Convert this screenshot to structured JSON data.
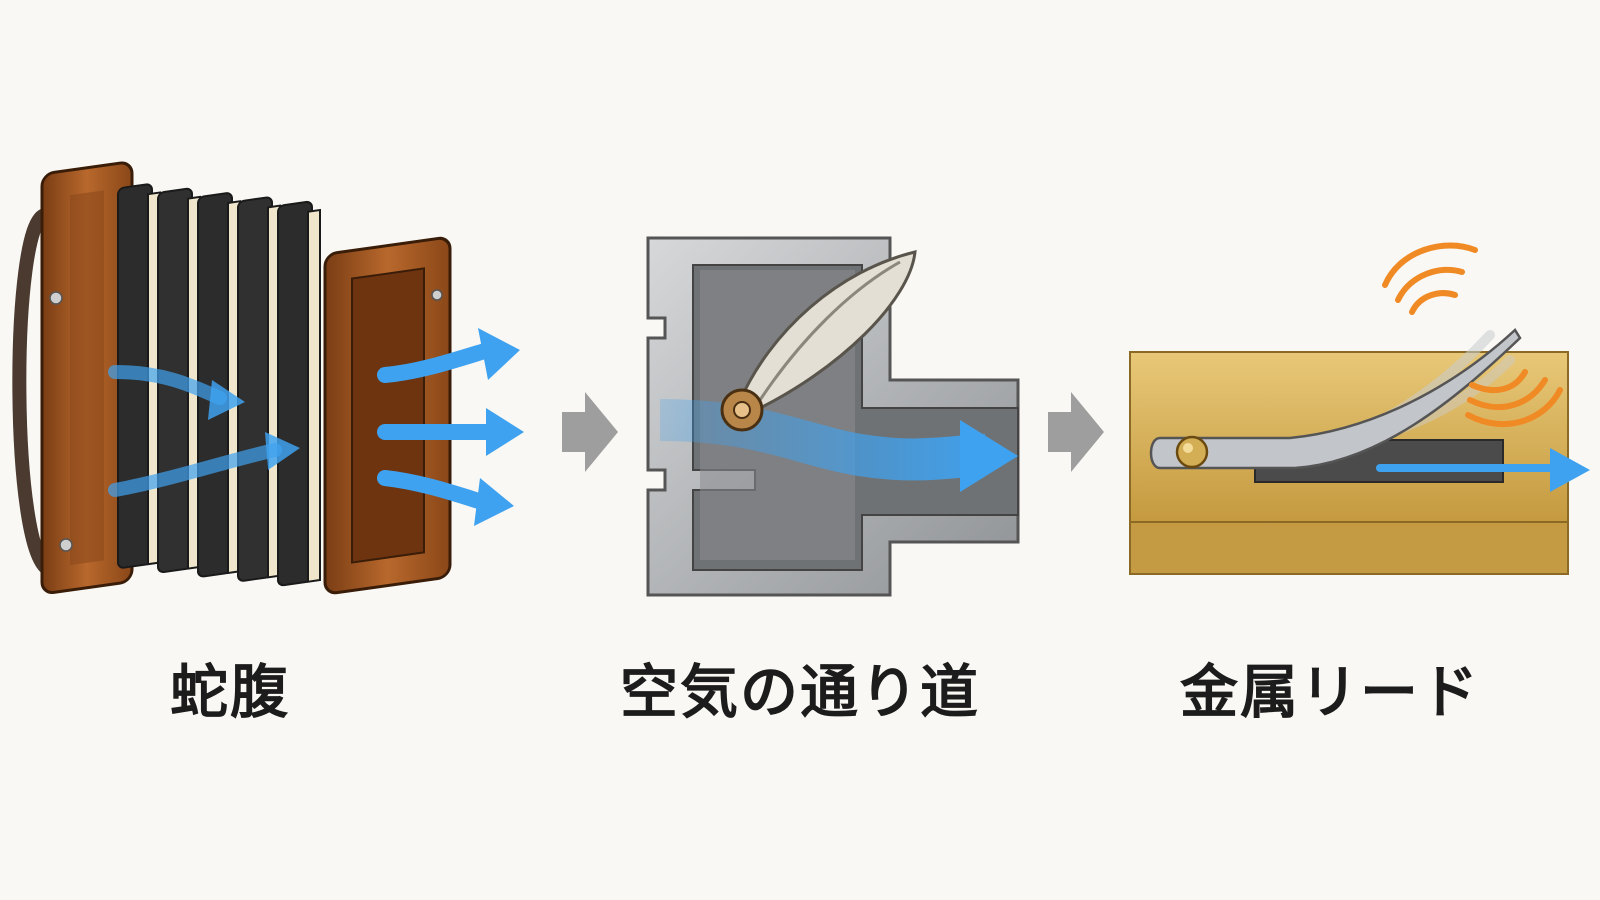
{
  "steps": [
    {
      "label": "蛇腹"
    },
    {
      "label": "空気の通り道"
    },
    {
      "label": "金属リード"
    }
  ],
  "colors": {
    "background": "#f9f8f4",
    "airflow": "#3fa2f0",
    "flow_arrow": "#9e9e9e",
    "wood": "#a85a25",
    "bellows_fold": "#2c2c2c",
    "metal": "#b9bcbf",
    "reed_base": "#d9b35a",
    "vibration": "#f08a24"
  },
  "icons": [
    "bellows-icon",
    "valve-channel-icon",
    "metal-reed-icon",
    "vibration-waves-icon",
    "process-arrow-icon"
  ]
}
